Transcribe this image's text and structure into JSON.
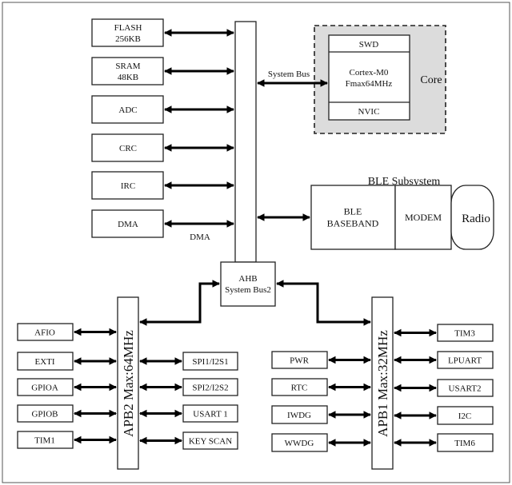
{
  "memory_blocks": [
    {
      "lines": [
        "FLASH",
        "256KB"
      ]
    },
    {
      "lines": [
        "SRAM",
        "48KB"
      ]
    },
    {
      "lines": [
        "ADC"
      ]
    },
    {
      "lines": [
        "CRC"
      ]
    },
    {
      "lines": [
        "IRC"
      ]
    },
    {
      "lines": [
        "DMA"
      ]
    }
  ],
  "dma_label": "DMA",
  "system_bus_label": "System Bus",
  "core": {
    "label": "Core",
    "swd": "SWD",
    "cpu_lines": [
      "Cortex-M0",
      "Fmax64MHz"
    ],
    "nvic": "NVIC",
    "fill_color": "#dcdcdc"
  },
  "ble": {
    "title": "BLE Subsystem",
    "baseband_lines": [
      "BLE",
      "BASEBAND"
    ],
    "modem": "MODEM",
    "radio": "Radio"
  },
  "ahb": {
    "lines": [
      "AHB",
      "System Bus2"
    ]
  },
  "apb2": {
    "label": "APB2 Max:64MHz",
    "left": [
      "AFIO",
      "EXTI",
      "GPIOA",
      "GPIOB",
      "TIM1"
    ],
    "right": [
      "SPI1/I2S1",
      "SPI2/I2S2",
      "USART 1",
      "KEY SCAN"
    ]
  },
  "apb1": {
    "label": "APB1 Max:32MHz",
    "left": [
      "PWR",
      "RTC",
      "IWDG",
      "WWDG"
    ],
    "right": [
      "TIM3",
      "LPUART",
      "USART2",
      "I2C",
      "TIM6"
    ]
  }
}
